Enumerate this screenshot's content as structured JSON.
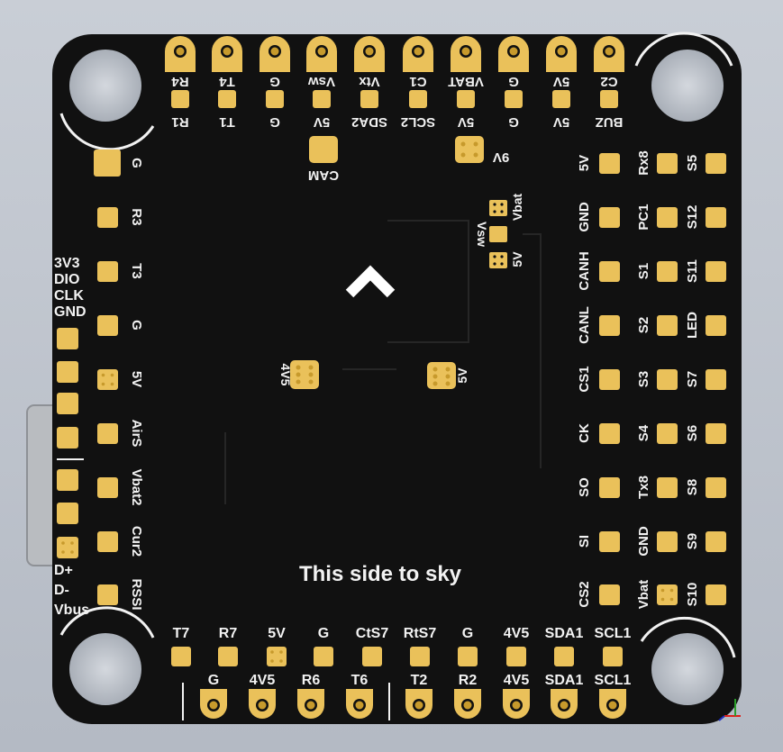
{
  "colors": {
    "board": "#111111",
    "pad": "#eac15a",
    "pad_dark": "#c79a2c",
    "silk": "#f2f2f2",
    "background": "#bfc4cc",
    "usb": "#b9bcc0"
  },
  "icons": {
    "arrow": "chevron-up-icon",
    "moon": "crescent-moon-icon",
    "axes": "xyz-axes-icon"
  },
  "board": {
    "sky_text": "This side to sky",
    "top_upper_labels": [
      "R4",
      "T4",
      "G",
      "Vsw",
      "Vtx",
      "C1",
      "VBAT",
      "G",
      "5V",
      "C2"
    ],
    "top_lower_labels": [
      "R1",
      "T1",
      "G",
      "5V",
      "SDA2",
      "SCL2",
      "5V",
      "G",
      "5V",
      "BUZ"
    ],
    "cam_label": "CAM",
    "v9_label": "9V",
    "jumper_labels": {
      "vbat": "Vbat",
      "vsw": "Vsw",
      "v5": "5V"
    },
    "mid_labels": {
      "v4v5": "4V5",
      "v5": "5V"
    },
    "left_inner_labels": [
      "G",
      "R3",
      "T3",
      "G",
      "5V",
      "AirS",
      "Vbat2",
      "Cur2",
      "RSSI"
    ],
    "left_outer_top_labels": [
      "3V3",
      "DIO",
      "CLK",
      "GND"
    ],
    "left_outer_bottom_labels": [
      "D+",
      "D-",
      "Vbus"
    ],
    "right_a_labels": [
      "5V",
      "GND",
      "CANH",
      "CANL",
      "CS1",
      "CK",
      "SO",
      "SI",
      "CS2"
    ],
    "right_b_labels": [
      "Rx8",
      "PC1",
      "S1",
      "S2",
      "S3",
      "S4",
      "Tx8",
      "GND",
      "Vbat"
    ],
    "right_c_labels": [
      "S5",
      "S12",
      "S11",
      "LED",
      "S7",
      "S6",
      "S8",
      "S9",
      "S10"
    ],
    "bottom_upper_labels": [
      "T7",
      "R7",
      "5V",
      "G",
      "CtS7",
      "RtS7",
      "G",
      "4V5",
      "SDA1",
      "SCL1"
    ],
    "bottom_lower_labels": [
      "G",
      "4V5",
      "R6",
      "T6",
      "T2",
      "R2",
      "4V5",
      "SDA1",
      "SCL1"
    ]
  }
}
